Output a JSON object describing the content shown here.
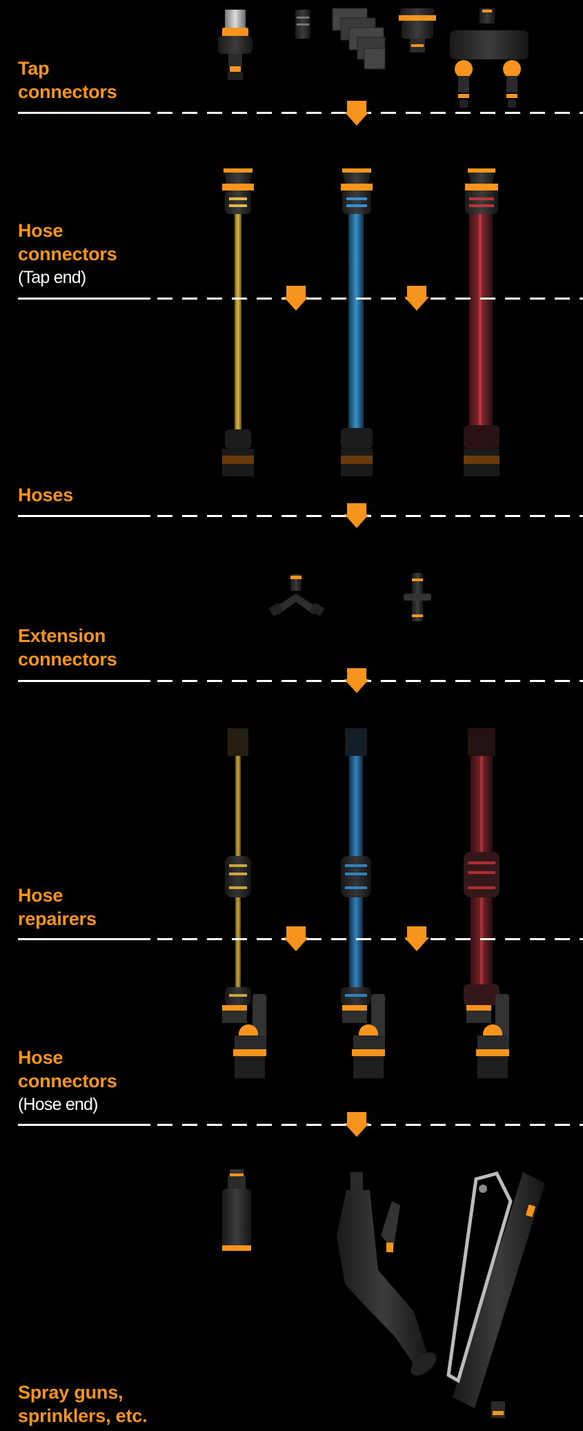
{
  "colors": {
    "accent": "#f7941e",
    "background": "#000000",
    "divider": "#ffffff",
    "hose_yellow": "#d6ad3c",
    "hose_blue": "#2f86c8",
    "hose_red": "#c0333c",
    "product_dark": "#2a2a2a"
  },
  "icons": {
    "flow_arrow": "down-arrow-icon"
  },
  "sections": [
    {
      "id": "tap-connectors",
      "lines": [
        "Tap",
        "connectors"
      ],
      "sub": ""
    },
    {
      "id": "hose-connectors-tap-end",
      "lines": [
        "Hose",
        "connectors"
      ],
      "sub": "(Tap end)"
    },
    {
      "id": "hoses",
      "lines": [
        "Hoses"
      ],
      "sub": ""
    },
    {
      "id": "extension-connectors",
      "lines": [
        "Extension",
        "connectors"
      ],
      "sub": ""
    },
    {
      "id": "hose-repairers",
      "lines": [
        "Hose",
        "repairers"
      ],
      "sub": ""
    },
    {
      "id": "hose-connectors-hose-end",
      "lines": [
        "Hose",
        "connectors"
      ],
      "sub": "(Hose end)"
    },
    {
      "id": "spray-guns",
      "lines": [
        "Spray guns,",
        "sprinklers, etc."
      ],
      "sub": ""
    }
  ]
}
